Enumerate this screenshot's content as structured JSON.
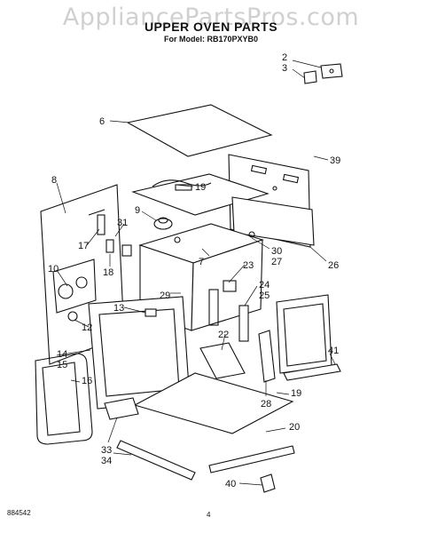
{
  "watermark": "AppliancePartsPros.com",
  "header": {
    "title": "UPPER OVEN PARTS",
    "subtitle": "For Model: RB170PXYB0"
  },
  "footer": {
    "doc_number": "884542",
    "page_number": "4"
  },
  "callouts": {
    "c2": "2",
    "c3": "3",
    "c6": "6",
    "c39": "39",
    "c19a": "19",
    "c8": "8",
    "c9": "9",
    "c31": "31",
    "c17": "17",
    "c30": "30",
    "c27": "27",
    "c7": "7",
    "c26": "26",
    "c10": "10",
    "c18": "18",
    "c23": "23",
    "c29": "29",
    "c24": "24",
    "c25": "25",
    "c13": "13",
    "c12": "12",
    "c22": "22",
    "c14": "14",
    "c15": "15",
    "c41": "41",
    "c16": "16",
    "c28": "28",
    "c19b": "19",
    "c20": "20",
    "c33": "33",
    "c34": "34",
    "c40": "40"
  }
}
